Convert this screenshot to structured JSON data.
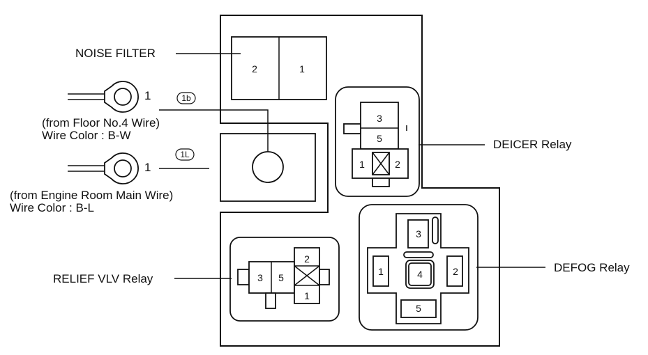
{
  "labels": {
    "noise_filter": "NOISE FILTER",
    "deicer_relay": "DEICER Relay",
    "defog_relay": "DEFOG Relay",
    "relief_vlv_relay": "RELIEF VLV Relay"
  },
  "terminals": {
    "t1b": {
      "number": "1",
      "tag": "1b",
      "source": "(from Floor No.4 Wire)",
      "wire_color": "Wire Color : B-W"
    },
    "t1l": {
      "number": "1",
      "tag": "1L",
      "source": "(from Engine Room Main Wire)",
      "wire_color": "Wire Color : B-L"
    }
  },
  "pins": {
    "noise_filter": [
      "2",
      "1"
    ],
    "deicer": [
      "3",
      "5",
      "1",
      "2"
    ],
    "relief": [
      "3",
      "5",
      "2",
      "1"
    ],
    "defog": [
      "3",
      "1",
      "4",
      "2",
      "5"
    ]
  }
}
